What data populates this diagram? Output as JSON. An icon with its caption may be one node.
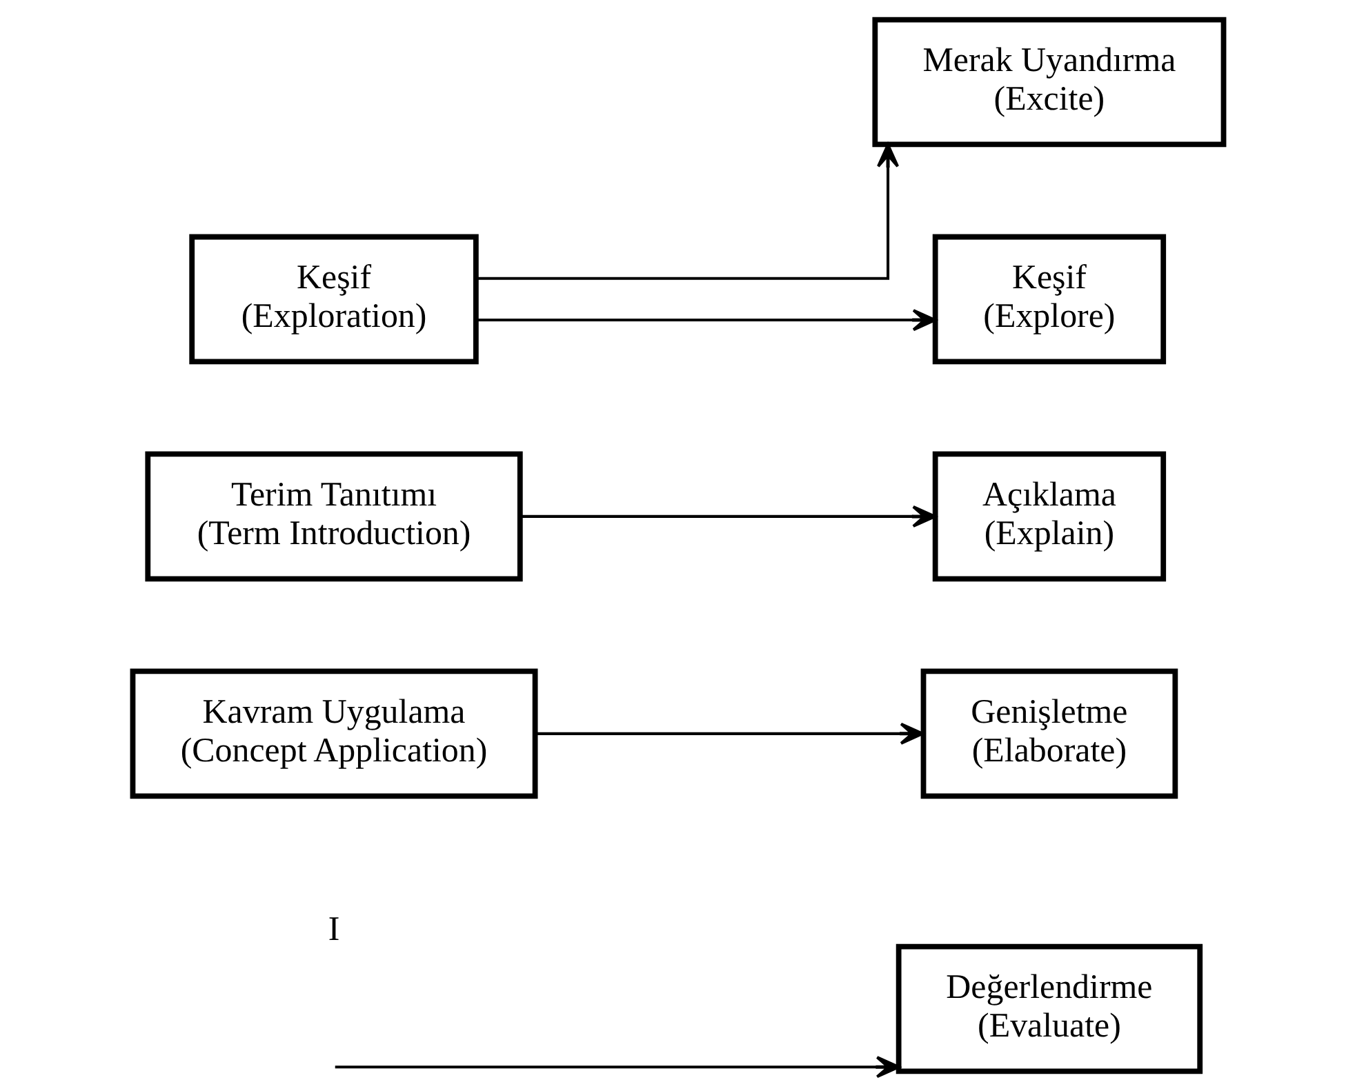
{
  "diagram": {
    "nodes": [
      {
        "text": [
          "Keşif (Exploration)"
        ]
      },
      {
        "text": [
          "Merak Uyandırma (Excite)"
        ]
      },
      {
        "text": [
          "Keşif (Explore)"
        ]
      },
      {
        "text": [
          "Terim Tanıtımı (Term Introduction)"
        ]
      },
      {
        "text": [
          "Açıklama (Explain)"
        ]
      },
      {
        "text": [
          "Kavram Uygulama (Concept Application)"
        ]
      },
      {
        "text": [
          "Genişletme (Elaborate)"
        ]
      },
      {
        "text": [
          "Değerlendirme (Evaluate)"
        ]
      }
    ],
    "edges": [
      {
        "from": 0,
        "to": 1,
        "arrow": "to"
      },
      {
        "from": 0,
        "to": 2,
        "arrow": "to"
      },
      {
        "from": 3,
        "to": 4,
        "arrow": "to"
      },
      {
        "from": 5,
        "to": 6,
        "arrow": "to"
      },
      {
        "from": null,
        "to": 7,
        "arrow": "to"
      }
    ],
    "labels": [
      "I"
    ]
  }
}
